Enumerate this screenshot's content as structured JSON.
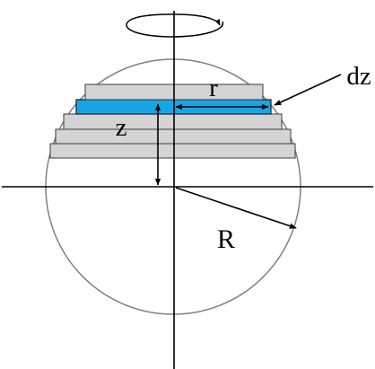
{
  "labels": {
    "r": "r",
    "dz": "dz",
    "z": "z",
    "R": "R"
  },
  "colors": {
    "circle_stroke": "#808080",
    "axis_stroke": "#000000",
    "slab_fill": "#d4d4d4",
    "slab_stroke": "#3a3a3a",
    "highlight_fill": "#16a6e5",
    "highlight_stroke": "#1a1a1a",
    "arrow_stroke": "#000000"
  },
  "icons": {
    "rotation": "rotation-arrow-icon"
  }
}
